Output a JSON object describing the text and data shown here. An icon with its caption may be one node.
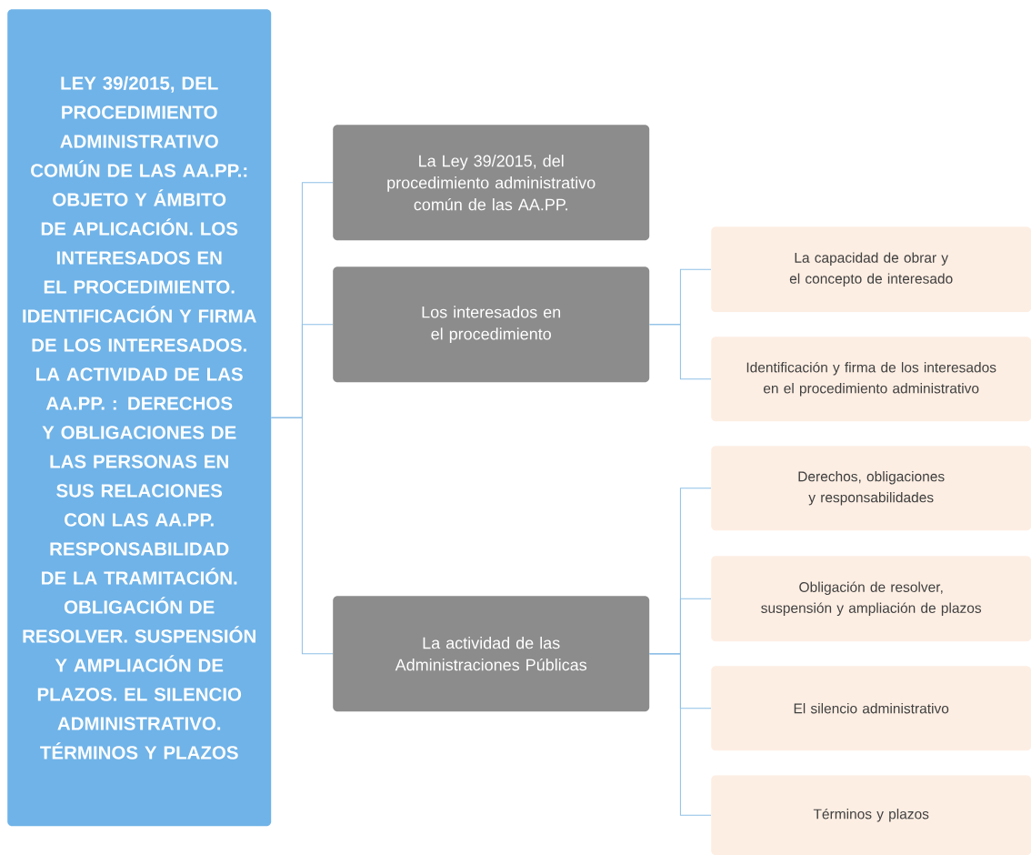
{
  "diagram": {
    "nodes": [
      {
        "text": [
          "LEY 39/2015, DEL PROCEDIMIENTO ADMINISTRATIVO COMÚN DE LAS AA.PP.: OBJETO Y ÁMBITO DE APLICACIÓN. LOS INTERESADOS EN EL PROCEDIMIENTO. IDENTIFICACIÓN Y FIRMA DE LOS INTERESADOS. LA ACTIVIDAD DE LAS AA.PP. : DERECHOS Y OBLIGACIONES DE LAS PERSONAS EN SUS RELACIONES CON LAS AA.PP. RESPONSABILIDAD DE LA TRAMITACIÓN. OBLIGACIÓN DE RESOLVER. SUSPENSIÓN Y AMPLIACIÓN DE PLAZOS. EL SILENCIO ADMINISTRATIVO. TÉRMINOS Y PLAZOS"
        ]
      },
      {
        "text": [
          "La Ley 39/2015, del procedimiento administrativo común de las AA.PP."
        ]
      },
      {
        "text": [
          "Los interesados en el procedimiento"
        ]
      },
      {
        "text": [
          "La actividad de las Administraciones Públicas"
        ]
      },
      {
        "text": [
          "La capacidad de obrar y el concepto de interesado"
        ]
      },
      {
        "text": [
          "Identificación y firma de los interesados en el procedimiento administrativo"
        ]
      },
      {
        "text": [
          "Derechos, obligaciones y responsabilidades"
        ]
      },
      {
        "text": [
          "Obligación de resolver, suspensión y ampliación de plazos"
        ]
      },
      {
        "text": [
          "El silencio administrativo"
        ]
      },
      {
        "text": [
          "Términos y plazos"
        ]
      }
    ],
    "edges": [
      {
        "from": 0,
        "to": 1,
        "arrow": "none"
      },
      {
        "from": 0,
        "to": 2,
        "arrow": "none"
      },
      {
        "from": 0,
        "to": 3,
        "arrow": "none"
      },
      {
        "from": 2,
        "to": 4,
        "arrow": "none"
      },
      {
        "from": 2,
        "to": 5,
        "arrow": "none"
      },
      {
        "from": 3,
        "to": 6,
        "arrow": "none"
      },
      {
        "from": 3,
        "to": 7,
        "arrow": "none"
      },
      {
        "from": 3,
        "to": 8,
        "arrow": "none"
      },
      {
        "from": 3,
        "to": 9,
        "arrow": "none"
      }
    ]
  }
}
